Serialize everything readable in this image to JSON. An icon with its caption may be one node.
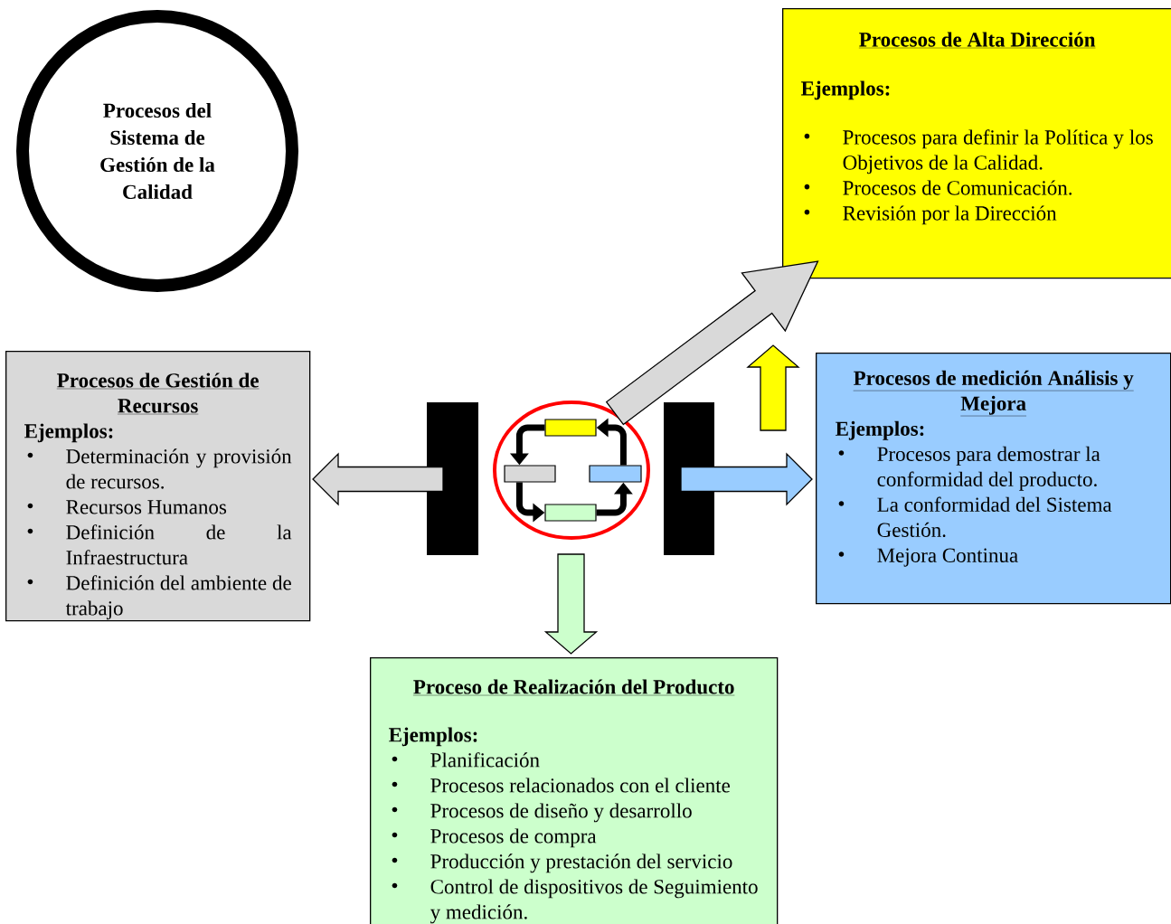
{
  "diagram": {
    "nodes": [
      {
        "text": [
          "Procesos del Sistema de Gestión de la Calidad"
        ]
      },
      {
        "text": [
          "Procesos de Alta Dirección",
          "Ejemplos:",
          "Procesos para definir la Política y los Objetivos de la Calidad.",
          "Procesos de Comunicación.",
          "Revisión por la Dirección"
        ]
      },
      {
        "text": [
          "Procesos de Gestión de Recursos",
          "Ejemplos:",
          "Determinación y provisión de recursos.",
          "Recursos Humanos",
          "Definición de la Infraestructura",
          "Definición del ambiente de trabajo"
        ]
      },
      {
        "text": [
          "Procesos de medición Análisis y Mejora",
          "Ejemplos:",
          "Procesos para demostrar la conformidad del producto.",
          "La conformidad del Sistema Gestión.",
          "Mejora Continua"
        ]
      },
      {
        "text": [
          "Proceso de Realización del Producto",
          "Ejemplos:",
          "Planificación",
          "Procesos relacionados con el cliente",
          "Procesos de diseño y desarrollo",
          "Procesos de compra",
          "Producción y prestación del servicio",
          "Control de dispositivos de Seguimiento y medición."
        ]
      },
      {
        "text": [],
        "shape": "circle"
      },
      {
        "text": [],
        "shape": "box",
        "in": 5
      },
      {
        "text": [],
        "shape": "box",
        "in": 5
      },
      {
        "text": [],
        "shape": "box",
        "in": 5
      },
      {
        "text": [],
        "shape": "box",
        "in": 5
      },
      {
        "text": [],
        "shape": "bar"
      },
      {
        "text": [],
        "shape": "bar"
      }
    ],
    "edges": [
      {
        "from": 6,
        "to": 7,
        "arrow": "to"
      },
      {
        "from": 7,
        "to": 9,
        "arrow": "to"
      },
      {
        "from": 9,
        "to": 8,
        "arrow": "to"
      },
      {
        "from": 8,
        "to": 6,
        "arrow": "to"
      },
      {
        "from": 10,
        "to": 2,
        "arrow": "to",
        "style": "thick",
        "color": "#d9d9d9"
      },
      {
        "from": 11,
        "to": 3,
        "arrow": "to",
        "style": "thick",
        "color": "#99ccff"
      },
      {
        "from": 5,
        "to": 4,
        "arrow": "to",
        "style": "thick",
        "color": "#ccffcc"
      },
      {
        "from": 5,
        "to": 1,
        "arrow": "to",
        "style": "thick",
        "color": "#d9d9d9"
      }
    ]
  }
}
